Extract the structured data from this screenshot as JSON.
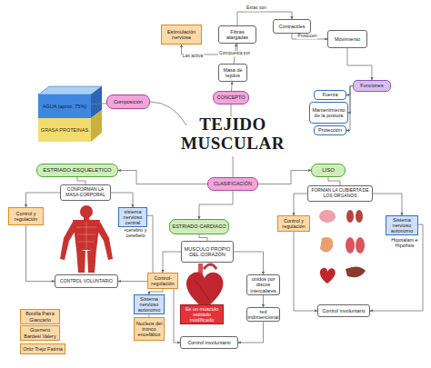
{
  "diagram": {
    "title": "TEJIDO MUSCULAR",
    "nodes": [
      {
        "text": [
          "Estimulación nerviosa"
        ]
      },
      {
        "text": [
          "Fibras alargadas"
        ]
      },
      {
        "text": [
          "Contractiles"
        ]
      },
      {
        "text": [
          "Movimiento"
        ]
      },
      {
        "text": [
          "Masa de tejidos"
        ]
      },
      {
        "text": [
          "CONCEPTO"
        ]
      },
      {
        "text": [
          "Funciones"
        ]
      },
      {
        "text": [
          "Fuerza"
        ]
      },
      {
        "text": [
          "Mantenimiento de la postura"
        ]
      },
      {
        "text": [
          "Protección"
        ]
      },
      {
        "text": [
          "AGUA (aprox. 75%)"
        ]
      },
      {
        "text": [
          "GRASA PROTEINAS"
        ]
      },
      {
        "text": [
          "Composición"
        ]
      },
      {
        "text": [
          "ESTRIADO-ESQUELETICO"
        ]
      },
      {
        "text": [
          "CLASIFICACIÓN"
        ]
      },
      {
        "text": [
          "LISO"
        ]
      },
      {
        "text": [
          "CONFORMAN LA MASA CORPORAL"
        ]
      },
      {
        "text": [
          "FORMAN LA CUBIERTA DE LOS ORGANOS"
        ]
      },
      {
        "text": [
          "Control y regulación"
        ]
      },
      {
        "text": [
          "sistema nervioso central"
        ]
      },
      {
        "text": [
          "Control y regulación"
        ]
      },
      {
        "text": [
          "Sistema nervioso autonomo"
        ]
      },
      {
        "text": [
          "ESTRIADO-CARDIACO"
        ]
      },
      {
        "text": [
          "MUSCULO PROPIO DEL CORAZÓN"
        ]
      },
      {
        "text": [
          "Control-regulación"
        ]
      },
      {
        "text": [
          "unidos por discos intercalares"
        ]
      },
      {
        "text": [
          "Sistema nervioso autonomo"
        ]
      },
      {
        "text": [
          "Es un musculo estriado modificado"
        ]
      },
      {
        "text": [
          "Nucleos del tronco encefálico"
        ]
      },
      {
        "text": [
          "red tridimencional"
        ]
      },
      {
        "text": [
          "CONTROL VOLUNTARIO"
        ]
      },
      {
        "text": [
          "Control involuntario"
        ]
      },
      {
        "text": [
          "Control involuntario"
        ]
      },
      {
        "text": [
          "Bonilla Parra Giancarlo"
        ]
      },
      {
        "text": [
          "Guerrero Bardesi Valery"
        ]
      },
      {
        "text": [
          "Ortiz Trejo Fatima"
        ]
      }
    ],
    "edges": [
      {
        "from": 1,
        "to": 0,
        "label": "Las activa",
        "arrow": "to"
      },
      {
        "from": 1,
        "to": 2,
        "label": "Estas son",
        "arrow": "to"
      },
      {
        "from": 2,
        "to": 3,
        "label": "Producen",
        "arrow": "to"
      },
      {
        "from": 4,
        "to": 1,
        "label": "Compuesta por",
        "arrow": "to"
      },
      {
        "from": 5,
        "to": 4,
        "arrow": "to"
      },
      {
        "from": 3,
        "to": 6,
        "arrow": "to"
      },
      {
        "from": 6,
        "to": 7,
        "arrow": "to"
      },
      {
        "from": 6,
        "to": 8,
        "arrow": "to"
      },
      {
        "from": 6,
        "to": 9,
        "arrow": "to"
      },
      {
        "from": 12,
        "to": 10,
        "arrow": "to"
      },
      {
        "from": 14,
        "to": 13,
        "arrow": "to"
      },
      {
        "from": 14,
        "to": 15,
        "arrow": "to"
      },
      {
        "from": 14,
        "to": 22,
        "arrow": "to"
      },
      {
        "from": 13,
        "to": 16,
        "arrow": "none"
      },
      {
        "from": 16,
        "to": 18,
        "arrow": "to"
      },
      {
        "from": 16,
        "to": 19,
        "arrow": "to"
      },
      {
        "from": 18,
        "to": 30,
        "arrow": "to"
      },
      {
        "from": 19,
        "to": 30,
        "arrow": "to"
      },
      {
        "from": 15,
        "to": 17,
        "arrow": "none"
      },
      {
        "from": 17,
        "to": 20,
        "arrow": "to"
      },
      {
        "from": 17,
        "to": 21,
        "arrow": "to"
      },
      {
        "from": 20,
        "to": 31,
        "arrow": "to"
      },
      {
        "from": 21,
        "to": 31,
        "arrow": "to"
      },
      {
        "from": 22,
        "to": 23,
        "arrow": "none"
      },
      {
        "from": 23,
        "to": 24,
        "arrow": "to"
      },
      {
        "from": 23,
        "to": 25,
        "arrow": "to"
      },
      {
        "from": 24,
        "to": 26,
        "arrow": "to"
      },
      {
        "from": 26,
        "to": 28,
        "arrow": "none"
      },
      {
        "from": 24,
        "to": 32,
        "arrow": "to"
      },
      {
        "from": 25,
        "to": 29,
        "arrow": "to"
      },
      {
        "from": 29,
        "to": 32,
        "arrow": "to"
      }
    ],
    "labels": [
      "•cerebro y cerebelo",
      "Hipotalam e Hipófisis"
    ]
  }
}
